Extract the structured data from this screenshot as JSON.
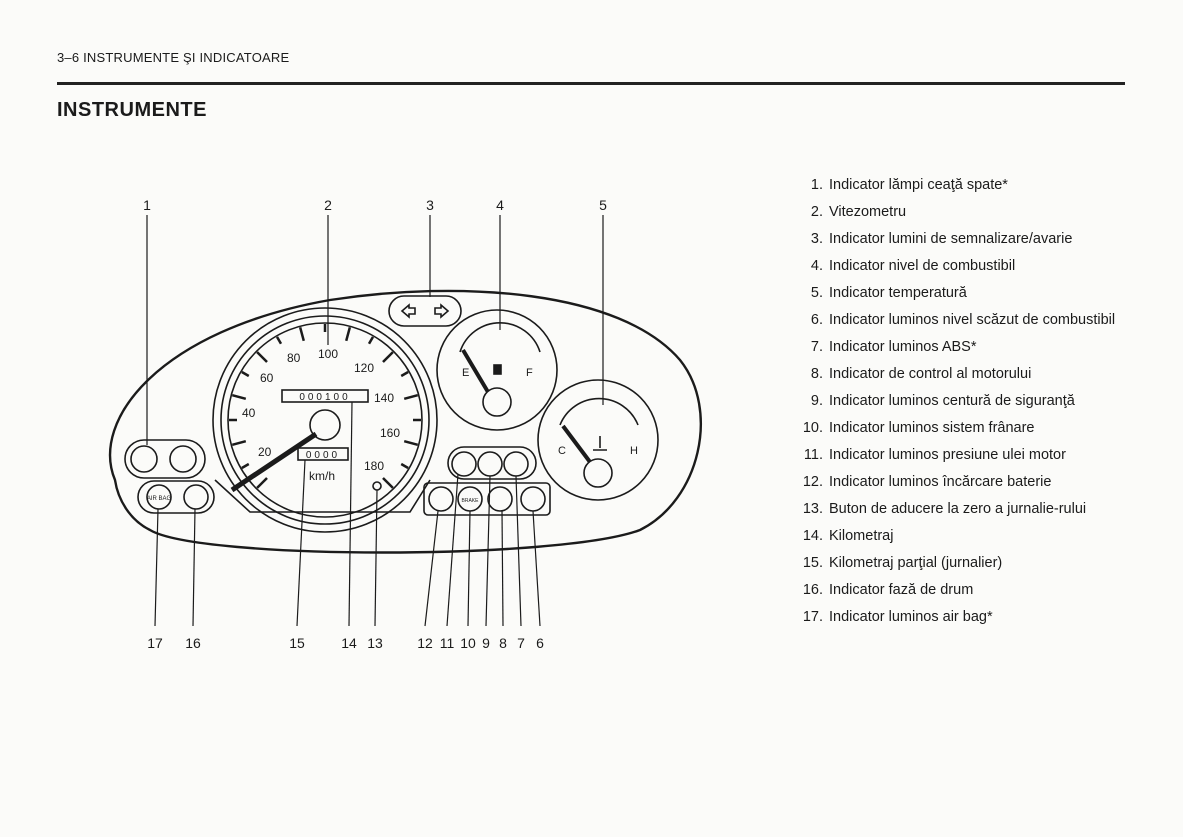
{
  "header": {
    "section": "3–6 INSTRUMENTE ŞI INDICATOARE"
  },
  "title": "INSTRUMENTE",
  "legend": [
    {
      "n": "1.",
      "text": "Indicator lămpi ceaţă spate*"
    },
    {
      "n": "2.",
      "text": "Vitezometru"
    },
    {
      "n": "3.",
      "text": "Indicator lumini de semnalizare/avarie"
    },
    {
      "n": "4.",
      "text": "Indicator nivel de combustibil"
    },
    {
      "n": "5.",
      "text": "Indicator temperatură"
    },
    {
      "n": "6.",
      "text": "Indicator luminos nivel scăzut de combustibil"
    },
    {
      "n": "7.",
      "text": "Indicator luminos ABS*"
    },
    {
      "n": "8.",
      "text": "Indicator de control al motorului"
    },
    {
      "n": "9.",
      "text": "Indicator luminos centură de siguranţă"
    },
    {
      "n": "10.",
      "text": "Indicator luminos sistem frânare"
    },
    {
      "n": "11.",
      "text": "Indicator luminos presiune ulei motor"
    },
    {
      "n": "12.",
      "text": "Indicator luminos încărcare baterie"
    },
    {
      "n": "13.",
      "text": "Buton de aducere la zero a jurnalie-rului"
    },
    {
      "n": "14.",
      "text": "Kilometraj"
    },
    {
      "n": "15.",
      "text": "Kilometraj parţial (jurnalier)"
    },
    {
      "n": "16.",
      "text": "Indicator fază de drum"
    },
    {
      "n": "17.",
      "text": "Indicator luminos air bag*"
    }
  ],
  "diagram": {
    "callouts_top": [
      "1",
      "2",
      "3",
      "4",
      "5"
    ],
    "callouts_bottom": [
      "17",
      "16",
      "15",
      "14",
      "13",
      "12",
      "11",
      "10",
      "9",
      "8",
      "7",
      "6"
    ],
    "speed_ticks": [
      "20",
      "40",
      "60",
      "80",
      "100",
      "120",
      "140",
      "160",
      "180"
    ],
    "odometer": "000100",
    "trip": "0000",
    "unit": "km/h",
    "fuel_labels": {
      "empty": "E",
      "full": "F"
    },
    "temp_labels": {
      "cold": "C",
      "hot": "H"
    },
    "airbag_label": "AIR BAG",
    "brake_label": "BRAKE"
  }
}
